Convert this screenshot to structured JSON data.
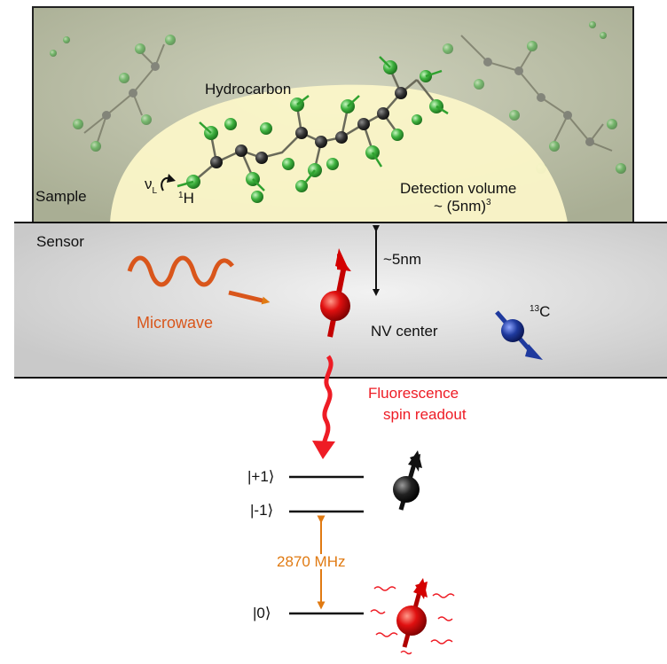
{
  "labels": {
    "hydrocarbon": "Hydrocarbon",
    "sample": "Sample",
    "detection_volume": "Detection volume",
    "detection_size_prefix": "~ (5nm)",
    "detection_size_exp": "3",
    "sensor": "Sensor",
    "depth": "~5nm",
    "microwave": "Microwave",
    "nv_center": "NV center",
    "c13_sup": "13",
    "c13_main": "C",
    "fluorescence_line1": "Fluorescence",
    "fluorescence_line2": "spin readout",
    "larmor_nu": "ν",
    "larmor_sub": "L",
    "h1_sup": "1",
    "h1_main": "H",
    "level_plus1": "|+1⟩",
    "level_minus1": "|-1⟩",
    "level_zero": "|0⟩",
    "splitting": "2870 MHz"
  },
  "colors": {
    "sample_bg": "#b9bda5",
    "detection_volume": "#fbf6c8",
    "sensor_bg": "#d9d9d9",
    "microwave": "#d9561b",
    "fluorescence": "#ee1c25",
    "splitting": "#e07a12",
    "carbon13": "#1f3a9e",
    "proton": "#3fb23f",
    "carbon": "#2a2a2a"
  }
}
